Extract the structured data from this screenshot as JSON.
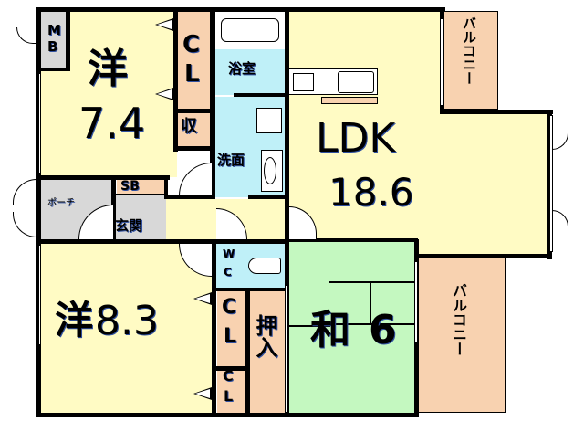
{
  "plan": {
    "colors": {
      "western_room": "#fffbc4",
      "ldk": "#fffbc4",
      "closet": "#f8d2b0",
      "balcony": "#f8d2b0",
      "wet_area": "#bff0f8",
      "japanese_room": "#c4f8c0",
      "entrance": "#d8d8d8",
      "meter_box": "#d8d8d8",
      "wall": "#000000"
    },
    "rooms": {
      "western1": {
        "name": "洋",
        "size": "7.4"
      },
      "western2": {
        "name": "洋",
        "size": "8.3"
      },
      "ldk": {
        "name": "LDK",
        "size": "18.6"
      },
      "japanese": {
        "name": "和",
        "size": "6"
      },
      "bath": {
        "label": "浴室"
      },
      "washroom": {
        "label": "洗面"
      },
      "wc": {
        "label_1": "W",
        "label_2": "C"
      },
      "entrance": {
        "label": "玄関"
      },
      "porch": {
        "label": "ポーチ"
      },
      "shoebox": {
        "label": "SB"
      },
      "meter_box": {
        "label_1": "M",
        "label_2": "B"
      },
      "storage": {
        "label": "収"
      },
      "oshiire": {
        "label": "押入"
      },
      "closet_top": {
        "label_1": "C",
        "label_2": "L"
      },
      "closet_mid": {
        "label_1": "C",
        "label_2": "L"
      },
      "closet_bottom": {
        "label_1": "C",
        "label_2": "L"
      },
      "balcony_top": {
        "label": "バルコニー"
      },
      "balcony_bottom": {
        "label": "バルコニー"
      }
    }
  }
}
